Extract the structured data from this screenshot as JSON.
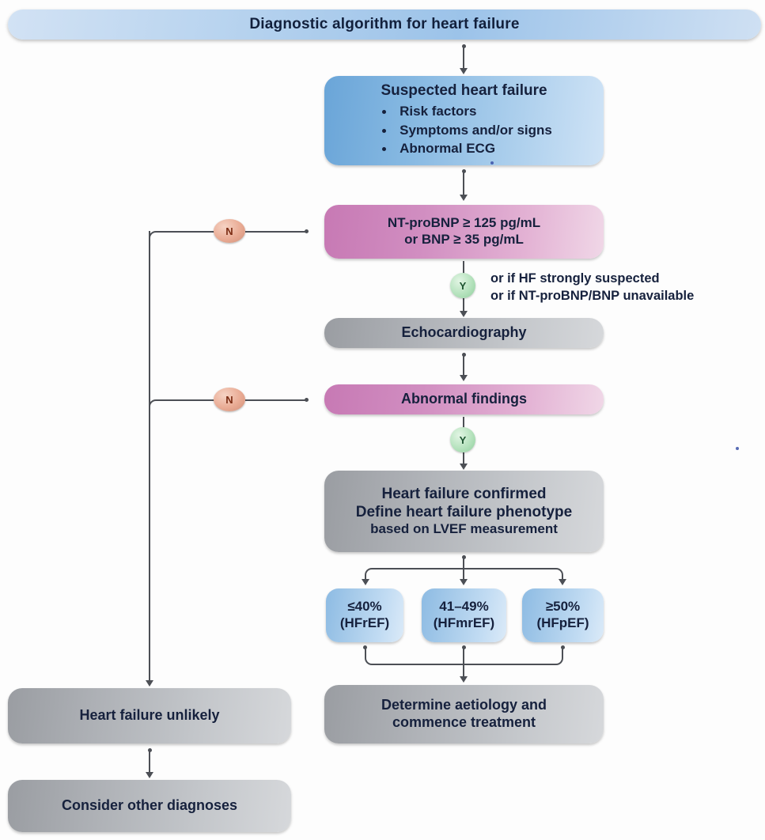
{
  "banner": {
    "title": "Diagnostic algorithm for heart failure"
  },
  "nodes": {
    "suspected_hf": {
      "heading": "Suspected heart failure",
      "bullets": [
        "Risk factors",
        "Symptoms and/or signs",
        "Abnormal ECG"
      ]
    },
    "biomarkers": {
      "line1": "NT-proBNP ≥ 125 pg/mL",
      "line2": "or BNP ≥ 35 pg/mL"
    },
    "echocardiography": {
      "label": "Echocardiography"
    },
    "abnormal_findings": {
      "label": "Abnormal findings"
    },
    "hf_confirmed": {
      "line1": "Heart failure confirmed",
      "line2": "Define heart failure phenotype",
      "line3": "based on LVEF measurement"
    },
    "hf_unlikely": {
      "label": "Heart failure unlikely"
    },
    "consider_other": {
      "label": "Consider other diagnoses"
    },
    "determine_aetiology": {
      "line1": "Determine aetiology and",
      "line2": "commence treatment"
    }
  },
  "phenotypes": [
    {
      "range": "≤40%",
      "name": "(HFrEF)"
    },
    {
      "range": "41–49%",
      "name": "(HFmrEF)"
    },
    {
      "range": "≥50%",
      "name": "(HFpEF)"
    }
  ],
  "decisions": {
    "no_biomarker": "N",
    "no_findings": "N",
    "yes_biomarker": "Y",
    "yes_findings": "Y"
  },
  "annotations": {
    "bnp_bypass_line1": "or if HF strongly suspected",
    "bnp_bypass_line2": "or if NT-proBNP/BNP unavailable"
  },
  "colors": {
    "blue_box": "#87b9e2",
    "pink_box": "#d18ec1",
    "grey_box": "#adb0b5",
    "banner_blue": "#9cc3e9",
    "decision_no": "#e9ab94",
    "decision_yes": "#b5e2bd",
    "connector": "#4c4f55",
    "text": "#16213d"
  }
}
